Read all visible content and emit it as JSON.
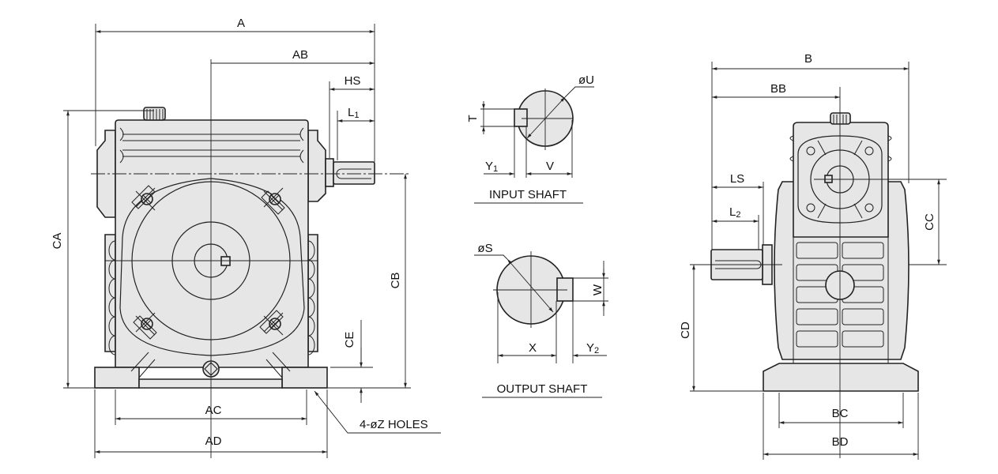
{
  "front_view": {
    "dims": {
      "A": "A",
      "AB": "AB",
      "HS": "HS",
      "L1_main": "L",
      "L1_sub": "1",
      "CA": "CA",
      "CB": "CB",
      "CE": "CE",
      "AC": "AC",
      "AD": "AD"
    },
    "holes_note": "4-øZ HOLES"
  },
  "input_shaft": {
    "title": "INPUT  SHAFT",
    "T": "T",
    "U": "øU",
    "Y1_main": "Y",
    "Y1_sub": "1",
    "V": "V"
  },
  "output_shaft": {
    "title": "OUTPUT  SHAFT",
    "S": "øS",
    "W": "W",
    "X": "X",
    "Y2_main": "Y",
    "Y2_sub": "2"
  },
  "side_view": {
    "dims": {
      "B": "B",
      "BB": "BB",
      "LS": "LS",
      "L2_main": "L",
      "L2_sub": "2",
      "CC": "CC",
      "CD": "CD",
      "BC": "BC",
      "BD": "BD"
    }
  },
  "colors": {
    "body_fill": "#e6e6e6",
    "line": "#222222"
  }
}
